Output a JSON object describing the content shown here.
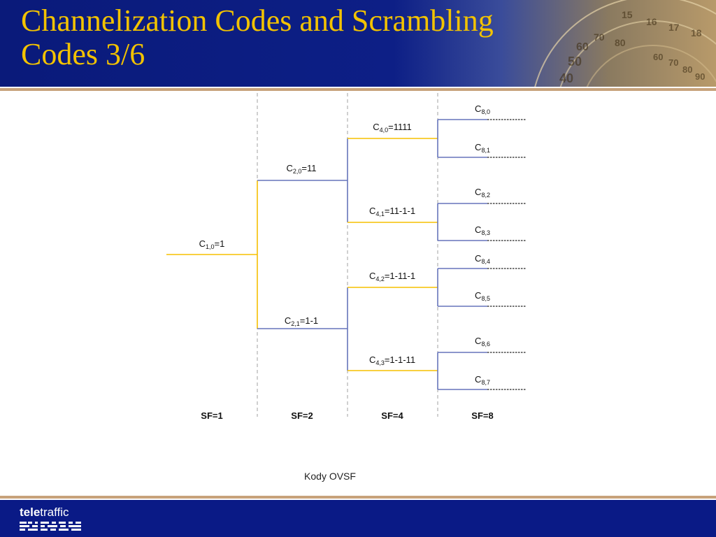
{
  "slide": {
    "title_line1": "Channelization  Codes and Scrambling",
    "title_line2": "Codes 3/6",
    "caption": "Kody OVSF",
    "logo": {
      "bold": "tele",
      "regular": "traffic"
    }
  },
  "header_art_numbers": [
    "15",
    "16",
    "17",
    "18",
    "60",
    "70",
    "80",
    "50",
    "40",
    "60",
    "70",
    "80",
    "90"
  ],
  "tree": {
    "colors": {
      "yellow": "#f5c000",
      "blue": "#6674bb",
      "guide": "#a0a0a0"
    },
    "levels": [
      "SF=1",
      "SF=2",
      "SF=4",
      "SF=8"
    ],
    "nodes": [
      {
        "id": "c10",
        "label": "C",
        "sub": "1,0",
        "code": "=1",
        "color": "yellow"
      },
      {
        "id": "c20",
        "label": "C",
        "sub": "2,0",
        "code": "=11",
        "color": "blue"
      },
      {
        "id": "c21",
        "label": "C",
        "sub": "2,1",
        "code": "=1-1",
        "color": "blue"
      },
      {
        "id": "c40",
        "label": "C",
        "sub": "4,0",
        "code": "=1111",
        "color": "yellow"
      },
      {
        "id": "c41",
        "label": "C",
        "sub": "4,1",
        "code": "=11-1-1",
        "color": "yellow"
      },
      {
        "id": "c42",
        "label": "C",
        "sub": "4,2",
        "code": "=1-11-1",
        "color": "yellow"
      },
      {
        "id": "c43",
        "label": "C",
        "sub": "4,3",
        "code": "=1-1-11",
        "color": "yellow"
      },
      {
        "id": "c80",
        "label": "C",
        "sub": "8,0",
        "code": "",
        "color": "blue"
      },
      {
        "id": "c81",
        "label": "C",
        "sub": "8,1",
        "code": "",
        "color": "blue"
      },
      {
        "id": "c82",
        "label": "C",
        "sub": "8,2",
        "code": "",
        "color": "blue"
      },
      {
        "id": "c83",
        "label": "C",
        "sub": "8,3",
        "code": "",
        "color": "blue"
      },
      {
        "id": "c84",
        "label": "C",
        "sub": "8,4",
        "code": "",
        "color": "blue"
      },
      {
        "id": "c85",
        "label": "C",
        "sub": "8,5",
        "code": "",
        "color": "blue"
      },
      {
        "id": "c86",
        "label": "C",
        "sub": "8,6",
        "code": "",
        "color": "blue"
      },
      {
        "id": "c87",
        "label": "C",
        "sub": "8,7",
        "code": "",
        "color": "blue"
      }
    ]
  }
}
